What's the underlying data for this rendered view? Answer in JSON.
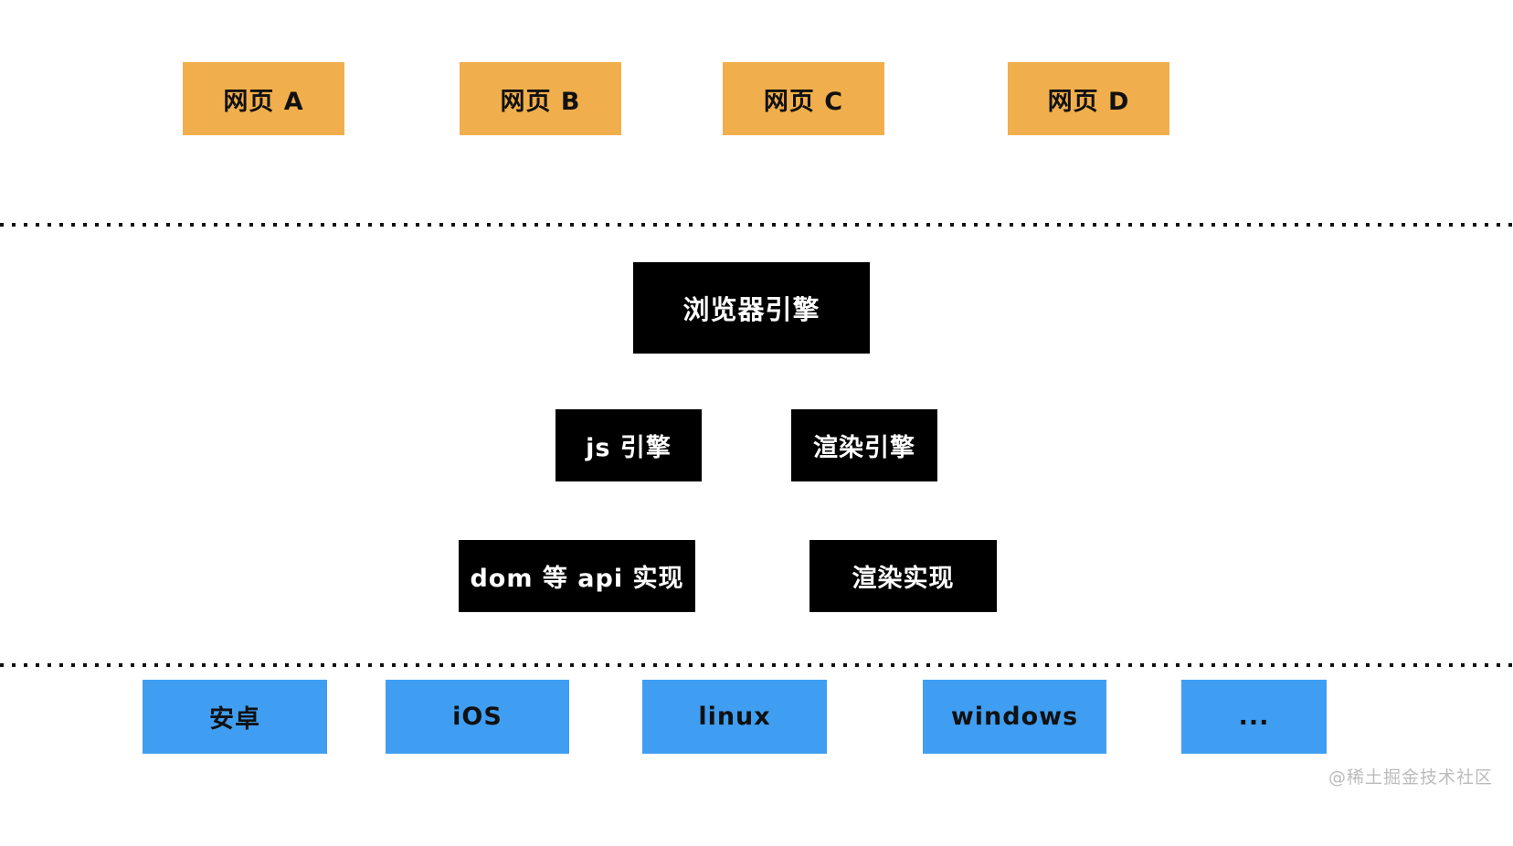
{
  "diagram": {
    "title_hint": "browser-architecture-diagram",
    "webpages": [
      {
        "label": "网页 A"
      },
      {
        "label": "网页 B"
      },
      {
        "label": "网页 C"
      },
      {
        "label": "网页 D"
      }
    ],
    "browser_engine": {
      "label": "浏览器引擎"
    },
    "engines": [
      {
        "label": "js 引擎"
      },
      {
        "label": "渲染引擎"
      }
    ],
    "implementations": [
      {
        "label": "dom 等 api 实现"
      },
      {
        "label": "渲染实现"
      }
    ],
    "platforms": [
      {
        "label": "安卓"
      },
      {
        "label": "iOS"
      },
      {
        "label": "linux"
      },
      {
        "label": "windows"
      },
      {
        "label": "..."
      }
    ],
    "watermark": "@稀土掘金技术社区",
    "colors": {
      "background": "#FFFFFF",
      "webpage_box": "#F0AF4C",
      "engine_box": "#000000",
      "platform_box": "#3F9EF2",
      "box_text_dark": "#111111",
      "box_text_light": "#FFFFFF",
      "dotted_line": "#111111",
      "watermark_text": "#BBBBBB"
    }
  }
}
